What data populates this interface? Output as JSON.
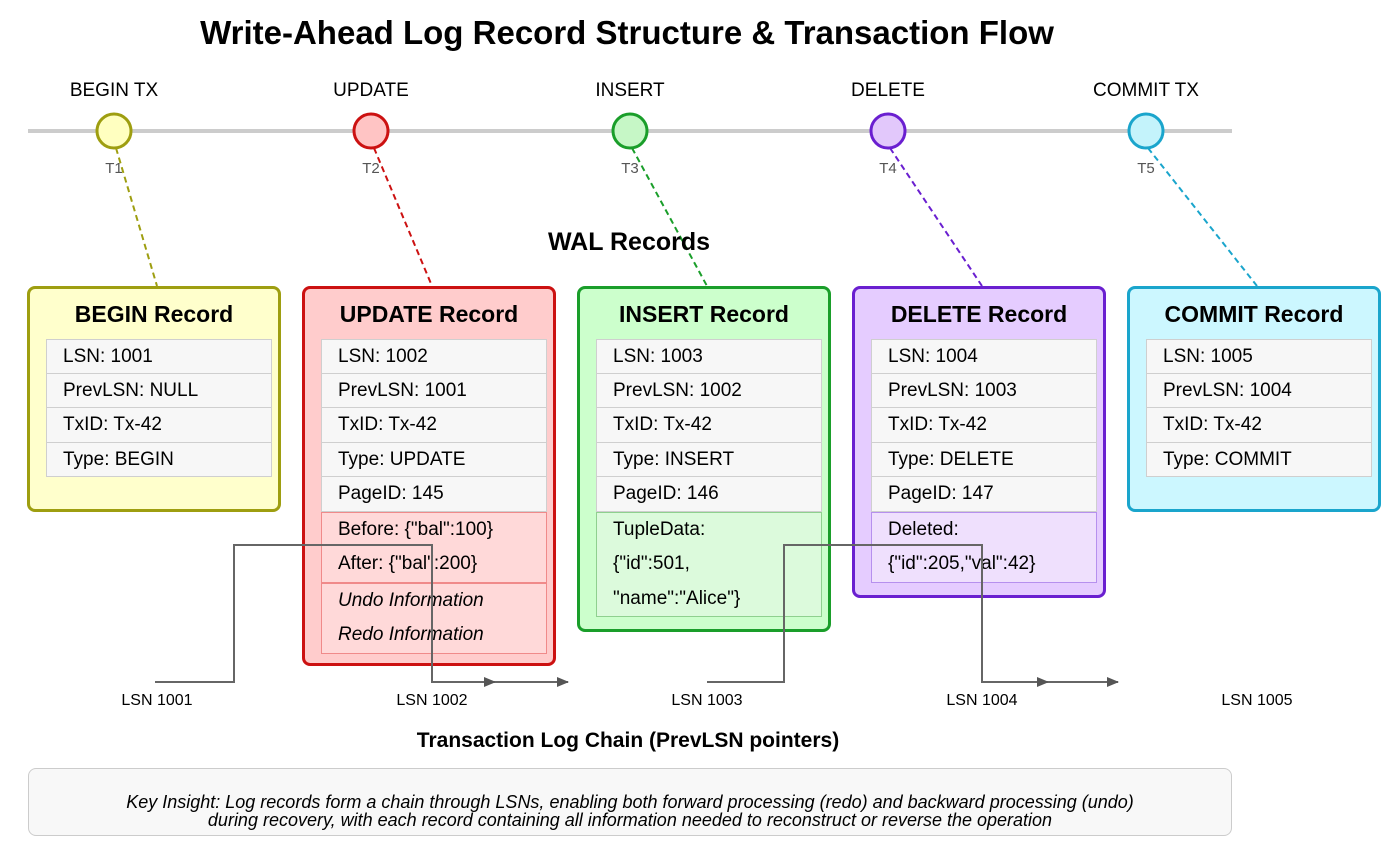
{
  "title": "Write-Ahead Log Record Structure & Transaction Flow",
  "timeline": {
    "events": [
      {
        "label": "BEGIN TX",
        "tick": "T1",
        "color": "#ffffc0",
        "stroke": "#9e9e10",
        "dash": "#9e9e10"
      },
      {
        "label": "UPDATE",
        "tick": "T2",
        "color": "#ffc4c4",
        "stroke": "#cc1111",
        "dash": "#cc1111"
      },
      {
        "label": "INSERT",
        "tick": "T3",
        "color": "#c6f7c6",
        "stroke": "#1a9e2a",
        "dash": "#1a9e2a"
      },
      {
        "label": "DELETE",
        "tick": "T4",
        "color": "#e2c8fb",
        "stroke": "#6a1fd0",
        "dash": "#6a1fd0"
      },
      {
        "label": "COMMIT TX",
        "tick": "T5",
        "color": "#c4f3fb",
        "stroke": "#1aa5cc",
        "dash": "#1aa5cc"
      }
    ]
  },
  "wal_heading": "WAL Records",
  "records": [
    {
      "title": "BEGIN Record",
      "bg": "#ffffcc",
      "border": "#9e9e10",
      "fields": [
        "LSN: 1001",
        "PrevLSN: NULL",
        "TxID: Tx-42",
        "Type: BEGIN"
      ]
    },
    {
      "title": "UPDATE Record",
      "bg": "#ffcccc",
      "border": "#cc1111",
      "fields": [
        "LSN: 1002",
        "PrevLSN: 1001",
        "TxID: Tx-42",
        "Type: UPDATE",
        "PageID: 145"
      ],
      "extra_bg": "#ffd9d9",
      "extra_border": "#f08a8a",
      "extra": [
        {
          "text": "Before: {\"bal\":100}",
          "italic": false
        },
        {
          "text": "After: {\"bal\":200}",
          "italic": false
        }
      ],
      "extra2": [
        {
          "text": "Undo Information",
          "italic": true
        },
        {
          "text": "Redo Information",
          "italic": true
        }
      ]
    },
    {
      "title": "INSERT Record",
      "bg": "#ccffcc",
      "border": "#1a9e2a",
      "fields": [
        "LSN: 1003",
        "PrevLSN: 1002",
        "TxID: Tx-42",
        "Type: INSERT",
        "PageID: 146"
      ],
      "extra_bg": "#dcfadc",
      "extra_border": "#8fd08f",
      "extra": [
        {
          "text": "TupleData:",
          "italic": false
        },
        {
          "text": "{\"id\":501,",
          "italic": false
        },
        {
          "text": "\"name\":\"Alice\"}",
          "italic": false
        }
      ]
    },
    {
      "title": "DELETE Record",
      "bg": "#e5ccff",
      "border": "#6a1fd0",
      "fields": [
        "LSN: 1004",
        "PrevLSN: 1003",
        "TxID: Tx-42",
        "Type: DELETE",
        "PageID: 147"
      ],
      "extra_bg": "#efe0fd",
      "extra_border": "#b690ee",
      "extra": [
        {
          "text": "Deleted:",
          "italic": false
        },
        {
          "text": "{\"id\":205,\"val\":42}",
          "italic": false
        }
      ]
    },
    {
      "title": "COMMIT Record",
      "bg": "#ccf7ff",
      "border": "#1aa5cc",
      "fields": [
        "LSN: 1005",
        "PrevLSN: 1004",
        "TxID: Tx-42",
        "Type: COMMIT"
      ]
    }
  ],
  "chain": {
    "lsns": [
      "LSN 1001",
      "LSN 1002",
      "LSN 1003",
      "LSN 1004",
      "LSN 1005"
    ],
    "heading": "Transaction Log Chain (PrevLSN pointers)"
  },
  "insight": {
    "line1": "Key Insight: Log records form a chain through LSNs, enabling both forward processing (redo) and backward processing (undo)",
    "line2": "during recovery, with each record containing all information needed to reconstruct or reverse the operation"
  }
}
